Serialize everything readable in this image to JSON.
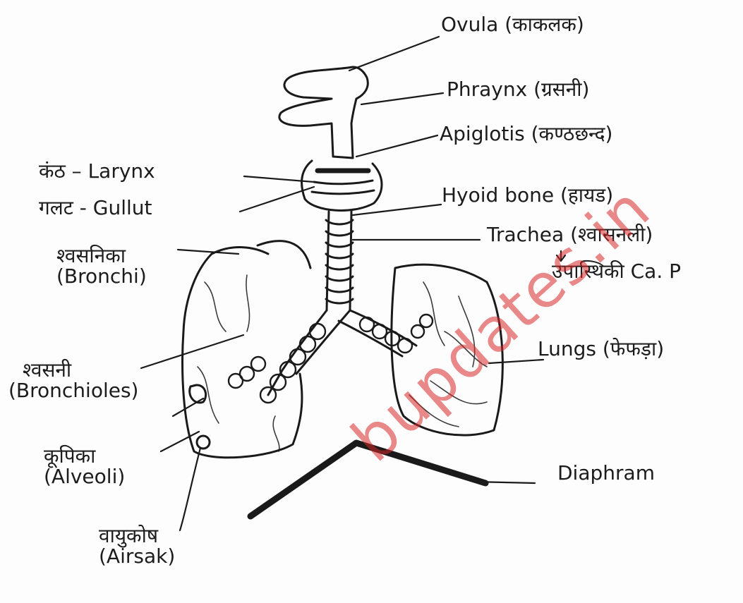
{
  "labels": {
    "ovula": "Ovula (काकलक)",
    "pharynx": "Phraynx (ग्रसनी)",
    "epiglottis": "Apiglotis (कण्ठछन्द)",
    "hyoid": "Hyoid bone (हायड)",
    "trachea": "Trachea (श्वासनली)",
    "trachea_note": "उपास्थिकी Ca. P",
    "lungs": "Lungs (फेफड़ा)",
    "diaphragm": "Diaphram",
    "larynx": "कंठ – Larynx",
    "gullet": "गलट - Gullut",
    "bronchi_hi": "श्वसनिका",
    "bronchi_en": "(Bronchi)",
    "bronchioles_hi": "श्वसनी",
    "bronchioles_en": "(Bronchioles)",
    "alveoli_hi": "कूपिका",
    "alveoli_en": "(Alveoli)",
    "airsac_hi": "वायुकोष",
    "airsac_en": "(Airsak)"
  },
  "watermark": "bupdates.in",
  "colors": {
    "ink": "#1a1a1a",
    "watermark": "#d62828"
  }
}
